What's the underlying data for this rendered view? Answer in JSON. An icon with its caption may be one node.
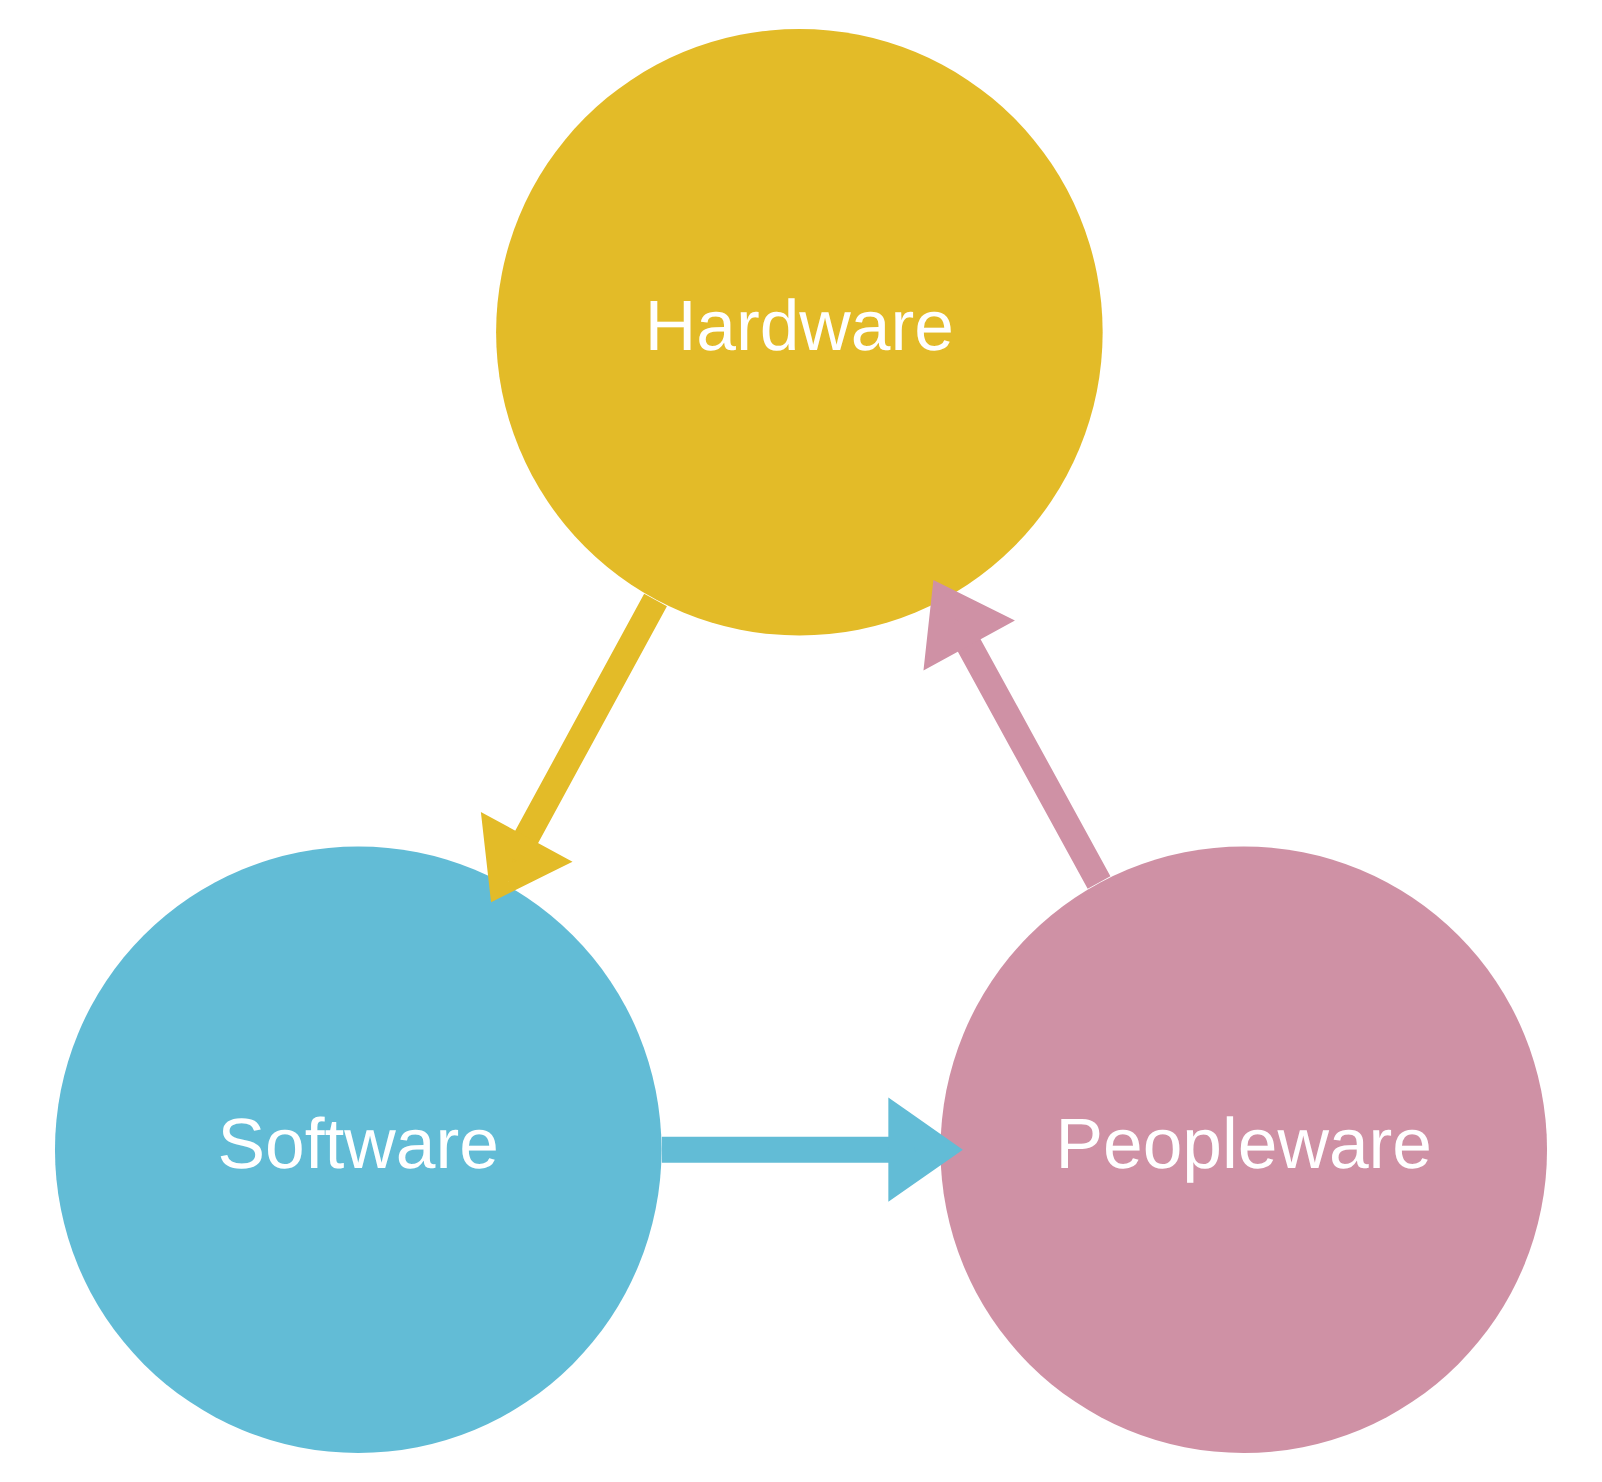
{
  "diagram": {
    "nodes": [
      {
        "text": [
          "Hardware"
        ]
      },
      {
        "text": [
          "Software"
        ]
      },
      {
        "text": [
          "Peopleware"
        ]
      }
    ],
    "edges": [
      {
        "from": 0,
        "to": 1,
        "arrow": "to",
        "color": "#e3bb28"
      },
      {
        "from": 1,
        "to": 2,
        "arrow": "to",
        "color": "#62bcd6"
      },
      {
        "from": 2,
        "to": 0,
        "arrow": "to",
        "color": "#cf91a5"
      }
    ]
  }
}
